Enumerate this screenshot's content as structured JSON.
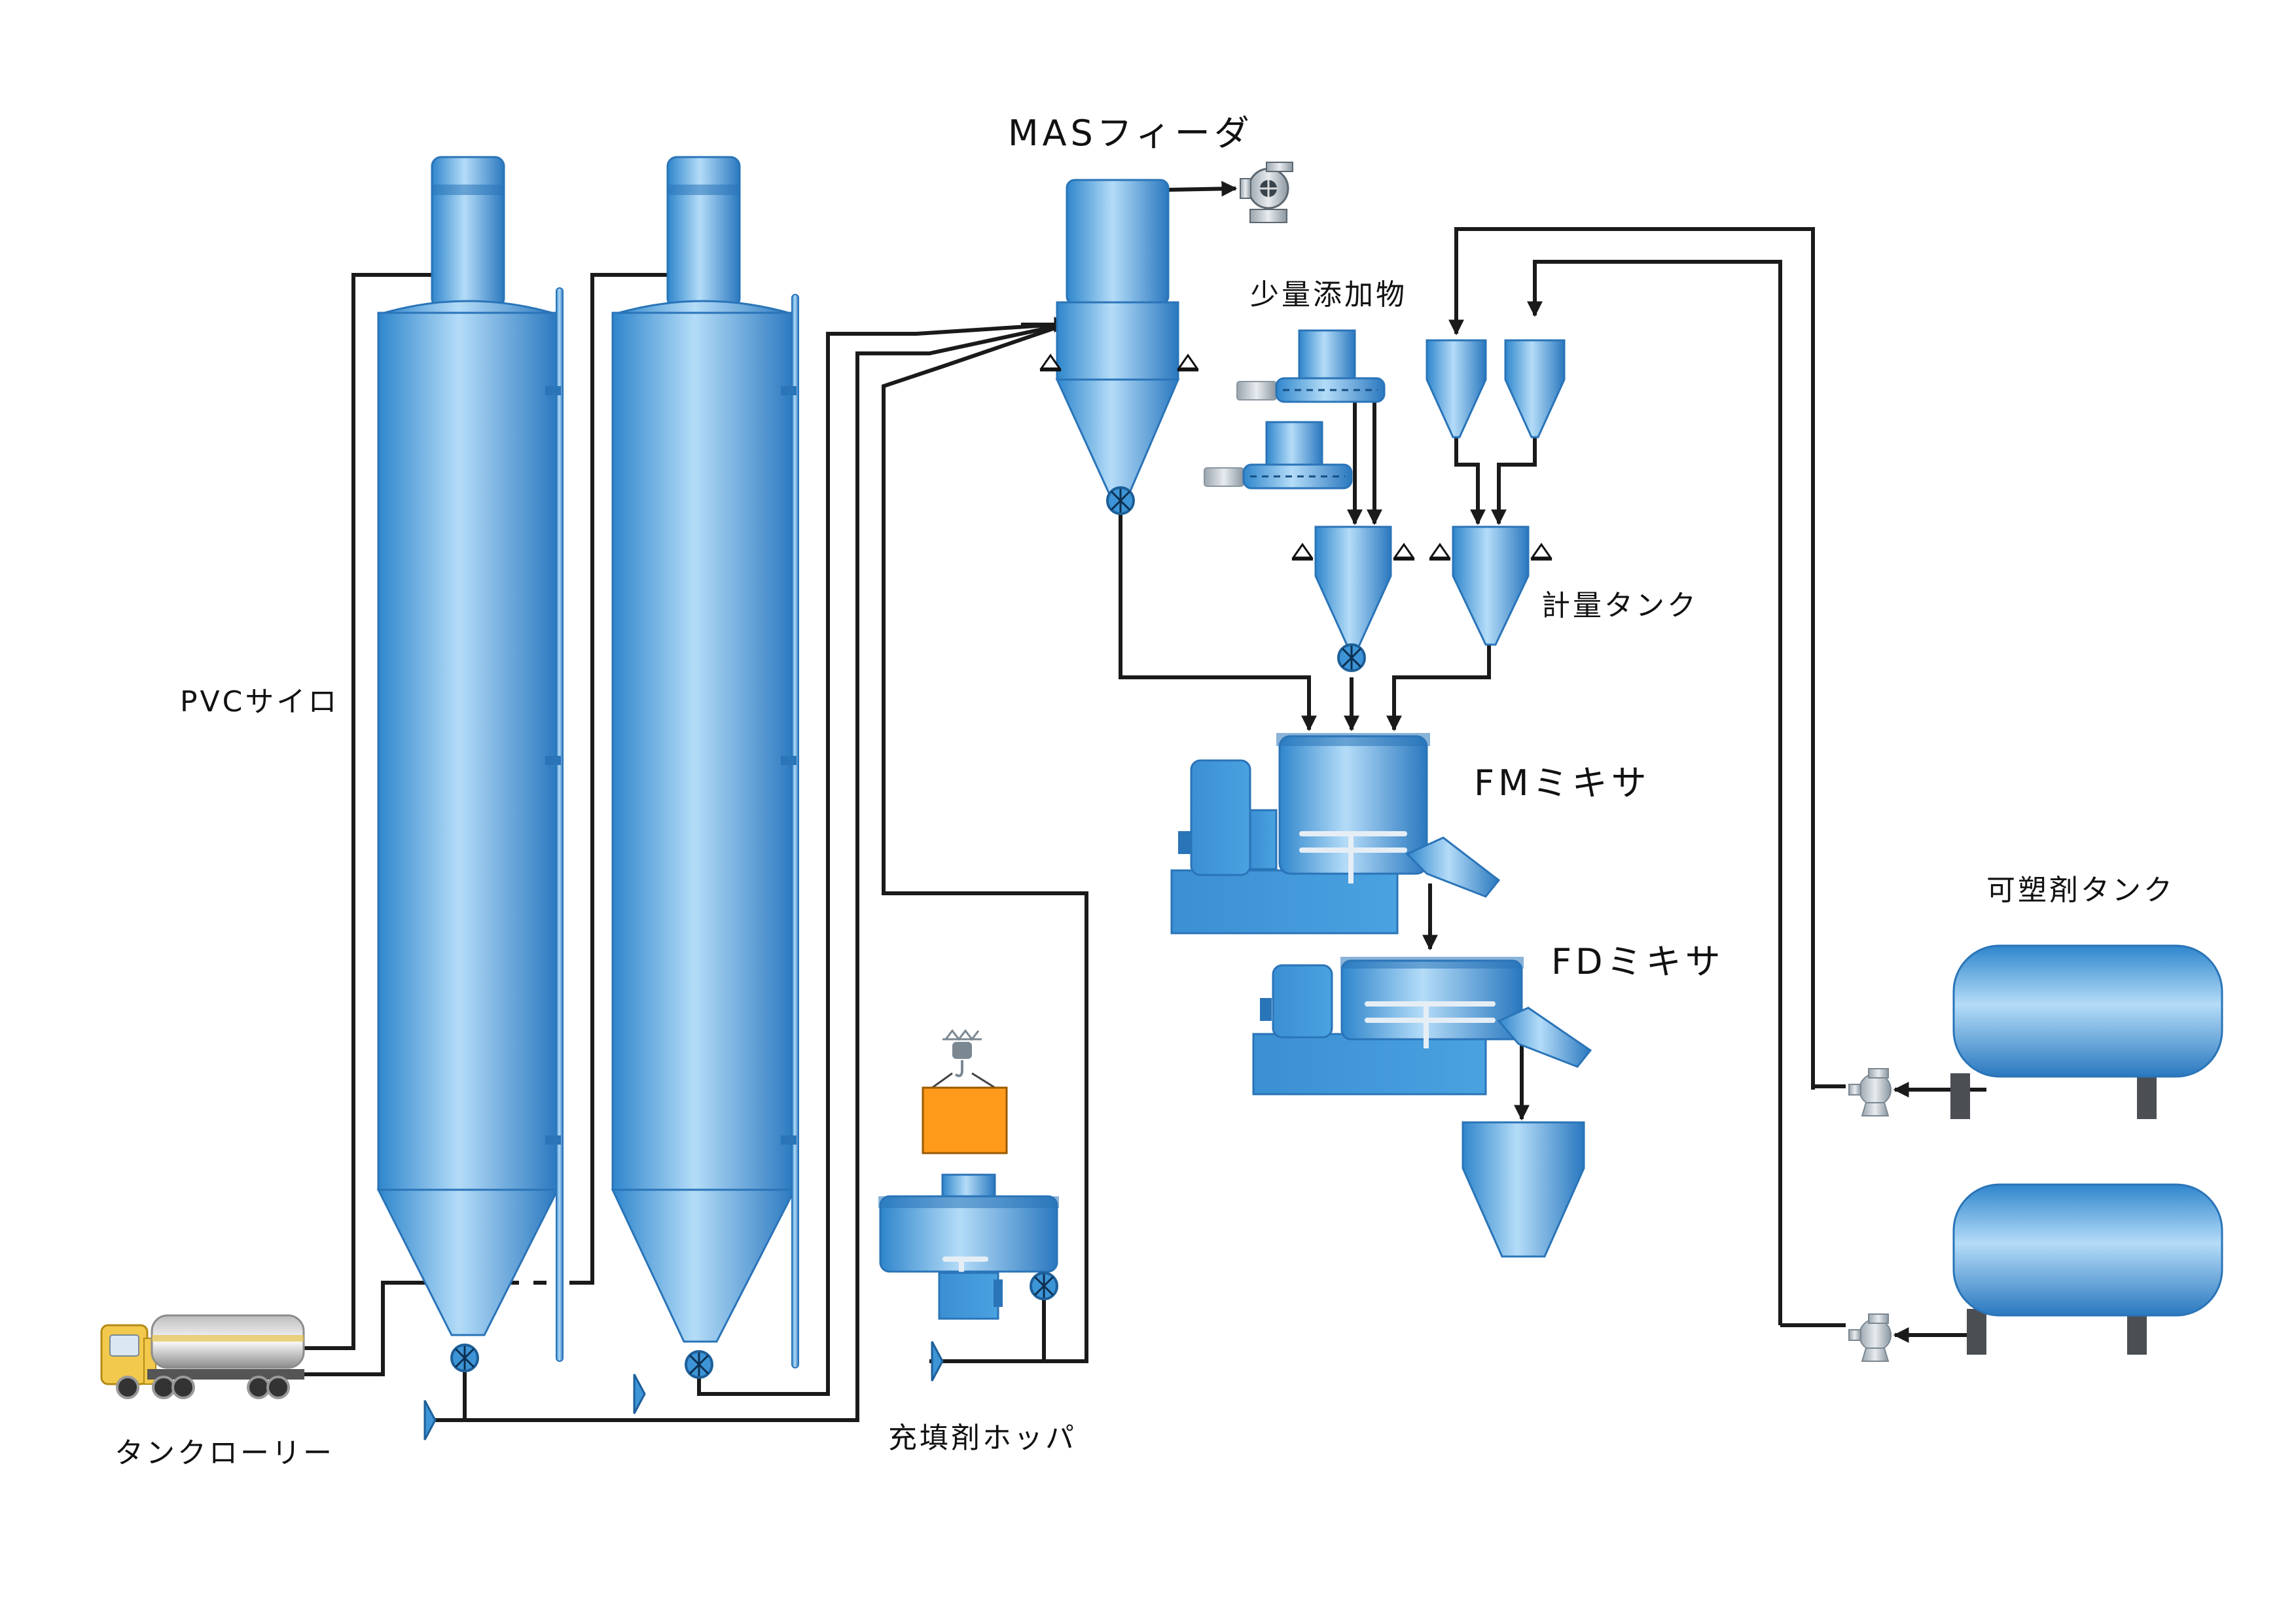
{
  "colors": {
    "equipment": "#3d94d6",
    "equipment_dark": "#2a74b8",
    "equipment_light": "#a8d4f5",
    "pipe": "#1a1a1a",
    "block": "#ff9a1a"
  },
  "labels": {
    "pvc_silo": "PVCサイロ",
    "tank_lorry": "タンクローリー",
    "mas_feeder": "MASフィーダ",
    "minor_additive": "少量添加物",
    "metering_tank": "計量タンク",
    "fm_mixer": "FMミキサ",
    "fd_mixer": "FDミキサ",
    "filler_hopper": "充填剤ホッパ",
    "plasticizer_tank": "可塑剤タンク"
  },
  "icons": [
    "blower-icon",
    "pump-icon",
    "rotary-valve-icon",
    "load-cell-icon",
    "hoist-hook-icon",
    "truck-icon"
  ]
}
